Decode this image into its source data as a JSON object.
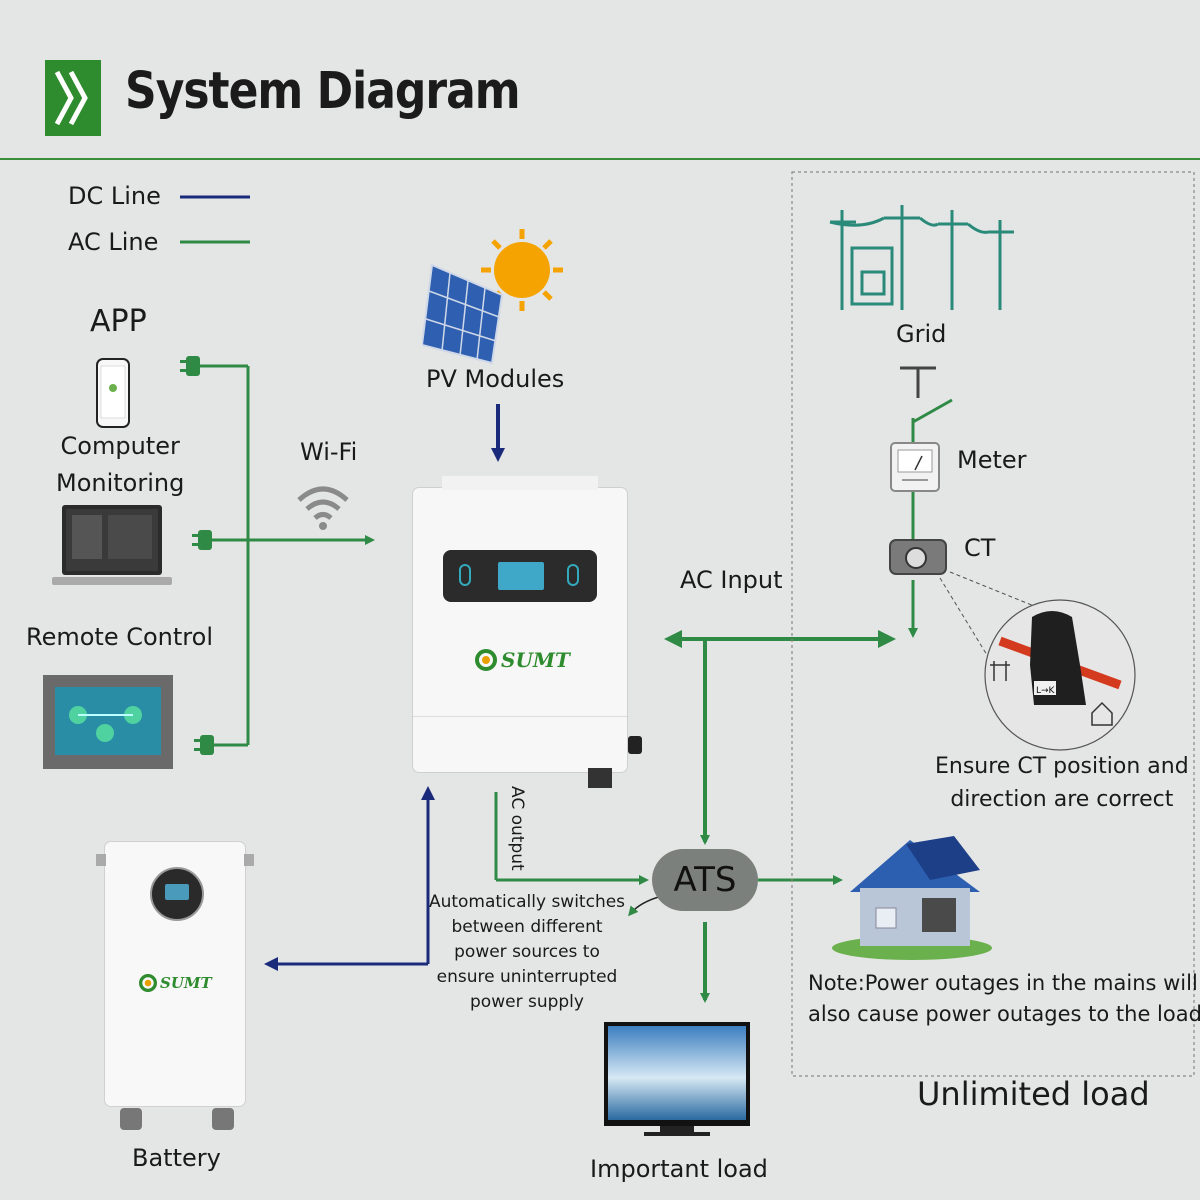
{
  "header": {
    "title": "System Diagram"
  },
  "legend": [
    {
      "label": "DC Line",
      "color": "#1a2a7a"
    },
    {
      "label": "AC Line",
      "color": "#2f8a45"
    }
  ],
  "colors": {
    "dc": "#1a2a7a",
    "ac": "#2f8a45",
    "accent": "#2e8b2e"
  },
  "labels": {
    "app": "APP",
    "computer_monitoring": "Computer\nMonitoring",
    "remote_control": "Remote Control",
    "wifi": "Wi-Fi",
    "pv_modules": "PV Modules",
    "ac_input": "AC Input",
    "ac_output": "AC output",
    "ats": "ATS",
    "ats_note": "Automatically switches\nbetween different\npower sources to\nensure uninterrupted\npower supply",
    "battery": "Battery",
    "important_load": "Important load",
    "grid": "Grid",
    "meter": "Meter",
    "ct": "CT",
    "ct_note": "Ensure CT position and\ndirection are correct",
    "outage_note": "Note:Power outages in the mains will\nalso cause power outages to the loads.",
    "unlimited_load": "Unlimited load",
    "brand": "SUMT",
    "ct_tag": "L→K"
  }
}
